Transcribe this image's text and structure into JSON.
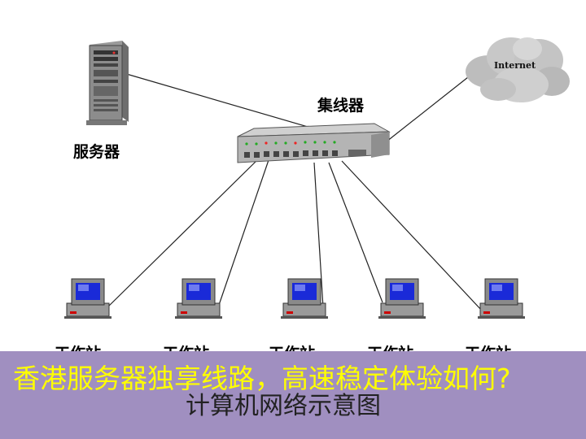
{
  "diagram": {
    "cloud_label": "Internet",
    "hub_label": "集线器",
    "server_label": "服务器",
    "workstation_labels": [
      "工作站",
      "工作站",
      "工作站",
      "工作站",
      "工作站"
    ],
    "caption": "计算机网络示意图"
  },
  "banner": {
    "headline": "香港服务器独享线路，高速稳定体验如何?",
    "background": "#a08fc0",
    "text_color": "#ffff00"
  }
}
